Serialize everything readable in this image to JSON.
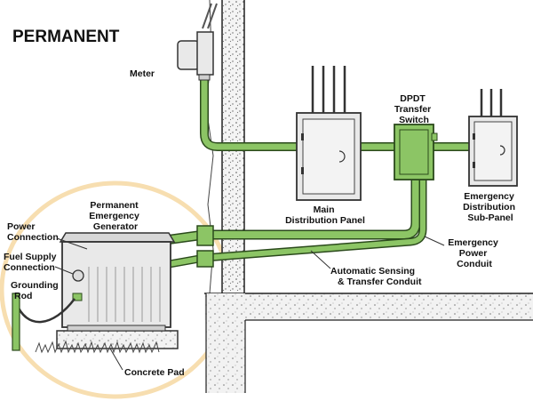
{
  "title": "PERMANENT",
  "colors": {
    "conduit": "#8cc565",
    "conduit_outline": "#2b4a1c",
    "highlight_ring": "#f7deb0",
    "equipment_fill": "#e9e9e9",
    "equipment_outline": "#333333"
  },
  "labels": {
    "meter": "Meter",
    "main_panel": [
      "Main",
      "Distribution Panel"
    ],
    "transfer_switch": [
      "DPDT",
      "Transfer",
      "Switch"
    ],
    "sub_panel": [
      "Emergency",
      "Distribution",
      "Sub-Panel"
    ],
    "generator": [
      "Permanent",
      "Emergency",
      "Generator"
    ],
    "power_connection": [
      "Power",
      "Connection"
    ],
    "fuel_supply": [
      "Fuel Supply",
      "Connection"
    ],
    "grounding_rod": [
      "Grounding",
      "Rod"
    ],
    "emergency_conduit": [
      "Emergency",
      "Power",
      "Conduit"
    ],
    "sensing_conduit": [
      "Automatic Sensing",
      "& Transfer Conduit"
    ],
    "concrete_pad": "Concrete Pad"
  }
}
